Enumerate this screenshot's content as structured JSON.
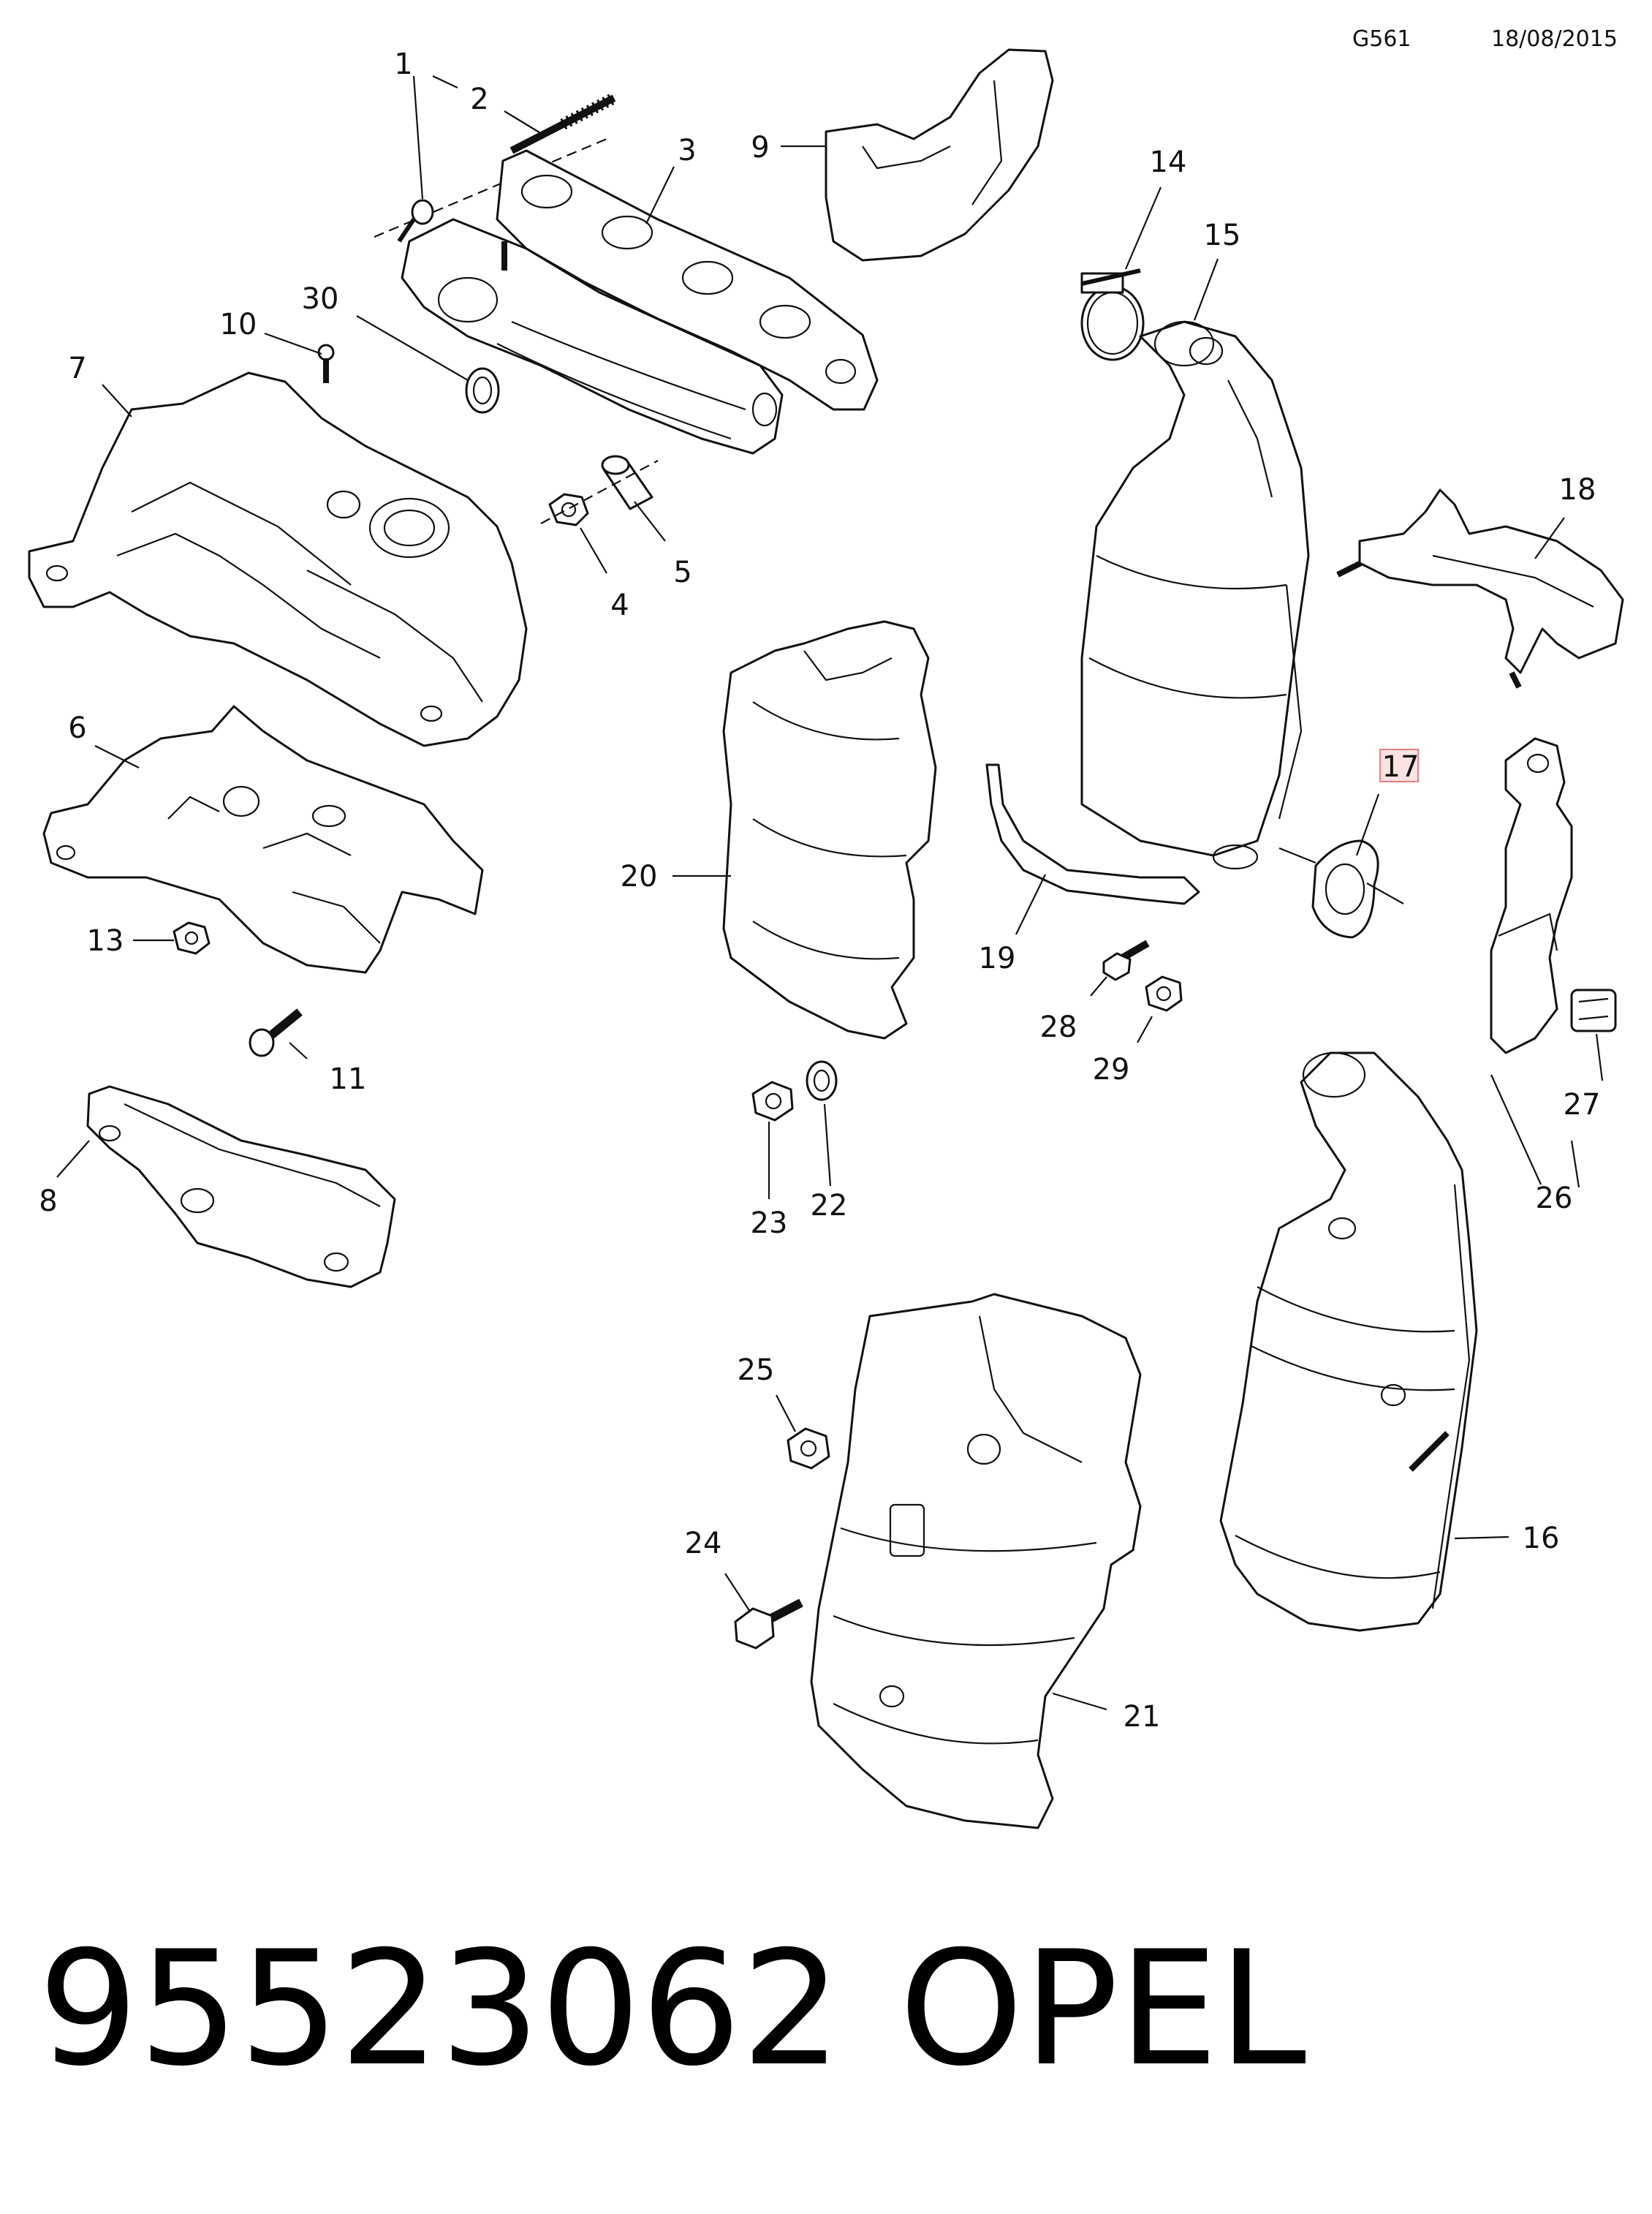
{
  "header": {
    "code": "G561",
    "date": "18/08/2015"
  },
  "footer": {
    "part_number": "95523062",
    "brand": "OPEL"
  },
  "highlight_color": "#e88080",
  "callouts": [
    {
      "id": "1",
      "part": "bolt"
    },
    {
      "id": "2",
      "part": "stud"
    },
    {
      "id": "3",
      "part": "exhaust-manifold-gasket"
    },
    {
      "id": "4",
      "part": "nut"
    },
    {
      "id": "5",
      "part": "spacer"
    },
    {
      "id": "6",
      "part": "heat-shield"
    },
    {
      "id": "7",
      "part": "heat-shield"
    },
    {
      "id": "8",
      "part": "heat-shield"
    },
    {
      "id": "9",
      "part": "bracket"
    },
    {
      "id": "10",
      "part": "bolt"
    },
    {
      "id": "11",
      "part": "bolt"
    },
    {
      "id": "13",
      "part": "nut"
    },
    {
      "id": "14",
      "part": "clamp"
    },
    {
      "id": "15",
      "part": "catalytic-converter"
    },
    {
      "id": "16",
      "part": "catalytic-converter"
    },
    {
      "id": "17",
      "part": "gasket",
      "highlighted": true
    },
    {
      "id": "18",
      "part": "bracket"
    },
    {
      "id": "19",
      "part": "bracket"
    },
    {
      "id": "20",
      "part": "heat-shield"
    },
    {
      "id": "21",
      "part": "heat-shield"
    },
    {
      "id": "22",
      "part": "washer"
    },
    {
      "id": "23",
      "part": "nut"
    },
    {
      "id": "24",
      "part": "bolt"
    },
    {
      "id": "25",
      "part": "nut"
    },
    {
      "id": "26",
      "part": "bracket"
    },
    {
      "id": "27",
      "part": "clip"
    },
    {
      "id": "28",
      "part": "bolt"
    },
    {
      "id": "29",
      "part": "nut"
    },
    {
      "id": "30",
      "part": "seal"
    }
  ]
}
